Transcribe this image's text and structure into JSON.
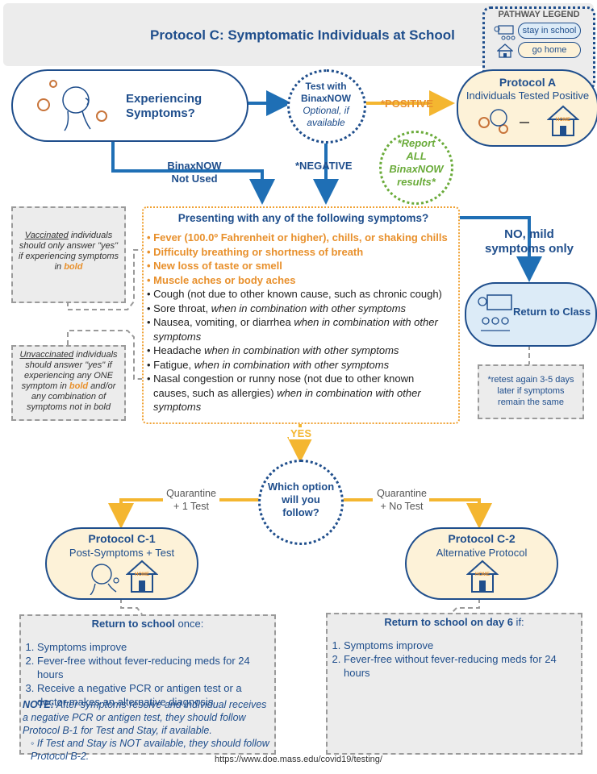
{
  "title": "Protocol C: Symptomatic Individuals at School",
  "legend": {
    "title": "PATHWAY LEGEND",
    "stay": "stay in school",
    "home": "go home"
  },
  "start": {
    "label_line1": "Experiencing",
    "label_line2": "Symptoms?"
  },
  "test": {
    "line1": "Test with",
    "line2": "BinaxNOW",
    "line3": "Optional, if",
    "line4": "available"
  },
  "positive_label": "*POSITIVE",
  "negative_label": "*NEGATIVE",
  "not_used_label_line1": "BinaxNOW",
  "not_used_label_line2": "Not Used",
  "protocol_a": {
    "title": "Protocol A",
    "subtitle": "Individuals Tested Positive",
    "home_sign": "HOME"
  },
  "report": {
    "line1": "*Report",
    "line2": "ALL",
    "line3": "BinaxNOW",
    "line4": "results*"
  },
  "symptoms": {
    "heading": "Presenting with any of the following symptoms?",
    "bold_items": [
      "Fever (100.0º Fahrenheit or higher), chills, or shaking chills",
      "Difficulty breathing or shortness of breath",
      "New loss of taste or smell",
      "Muscle aches or body aches"
    ],
    "cough": "Cough (not due to other known cause, such as chronic cough)",
    "sore_throat_a": "Sore throat, ",
    "sore_throat_b": "when in combination with other symptoms",
    "nausea_a": "Nausea, vomiting, or diarrhea ",
    "nausea_b": "when in combination with other",
    "nausea_c": "symptoms",
    "headache_a": "Headache ",
    "headache_b": "when in combination with other symptoms",
    "fatigue_a": "Fatigue, ",
    "fatigue_b": "when in combination with other symptoms",
    "nasal_a": "Nasal congestion or runny nose (not due to other known",
    "nasal_b": "causes, such as allergies) ",
    "nasal_c": "when in combination with other",
    "nasal_d": "symptoms"
  },
  "vaccinated_note": {
    "u": "Vaccinated",
    "t1": " individuals",
    "t2": "should only answer \"yes\"",
    "t3": "if experiencing symptoms",
    "t4": "in ",
    "bold": "bold"
  },
  "unvaccinated_note": {
    "u": "Unvaccinated",
    "t1": " individuals",
    "t2": "should answer \"yes\" if",
    "t3": "experiencing any ONE",
    "t4a": "symptom in ",
    "bold": "bold",
    "t4b": " and/or",
    "t5": "any combination of",
    "t6": "symptoms not in bold"
  },
  "no_mild": {
    "line1": "NO, mild",
    "line2": "symptoms only"
  },
  "return_class": "Return to Class",
  "retest_note": {
    "line1": "*retest again 3-5 days",
    "line2": "later if symptoms",
    "line3": "remain the same"
  },
  "yes_label": "YES",
  "which_option": {
    "line1": "Which option",
    "line2": "will you",
    "line3": "follow?"
  },
  "left_branch": {
    "line1": "Quarantine",
    "line2": "+ 1 Test"
  },
  "right_branch": {
    "line1": "Quarantine",
    "line2": "+ No Test"
  },
  "protocol_c1": {
    "title": "Protocol C-1",
    "subtitle": "Post-Symptoms + Test",
    "home_sign": "HOME"
  },
  "protocol_c2": {
    "title": "Protocol C-2",
    "subtitle": "Alternative Protocol",
    "home_sign": "HOME"
  },
  "c1_box": {
    "heading_bold": "Return to school",
    "heading_rest": " once:",
    "items": [
      "Symptoms improve",
      "Fever-free without fever-reducing meds for 24 hours",
      "Receive a negative PCR or antigen test or a doctor makes an alternative diagnosis"
    ],
    "note_label": "NOTE:",
    "note_text": " After symptoms resolve and individual receives a negative PCR or antigen test, they should follow Protocol B-1 for Test and Stay, if available.",
    "subnote": "◦ If Test and Stay is NOT available, they should follow Protocol B-2."
  },
  "c2_box": {
    "heading": "Return to school on day 6",
    "heading_rest": " if:",
    "items": [
      "Symptoms improve",
      "Fever-free without fever-reducing meds for 24 hours"
    ]
  },
  "source": "https://www.doe.mass.edu/covid19/testing/",
  "colors": {
    "navy": "#1f4e8c",
    "orange": "#e8902c",
    "green": "#6aab3a",
    "gold": "#f4b630"
  }
}
